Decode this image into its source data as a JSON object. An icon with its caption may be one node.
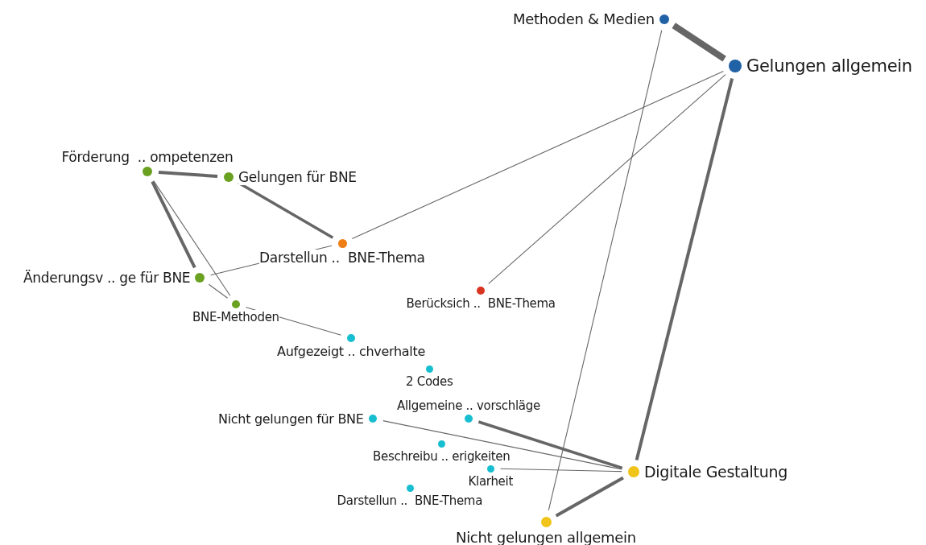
{
  "diagram": {
    "nodes": [
      {
        "text": [
          "Methoden & Medien"
        ]
      },
      {
        "text": [
          "Gelungen allgemein"
        ]
      },
      {
        "text": [
          "Förderung  .. ompetenzen"
        ]
      },
      {
        "text": [
          "Gelungen für BNE"
        ]
      },
      {
        "text": [
          "Darstellun ..  BNE-Thema"
        ]
      },
      {
        "text": [
          "Änderungsv .. ge für BNE"
        ]
      },
      {
        "text": [
          "Berücksich ..  BNE-Thema"
        ]
      },
      {
        "text": [
          "BNE-Methoden"
        ]
      },
      {
        "text": [
          "Aufgezeigt .. chverhalte"
        ]
      },
      {
        "text": [
          "2 Codes"
        ]
      },
      {
        "text": [
          "Nicht gelungen für BNE"
        ]
      },
      {
        "text": [
          "Allgemeine .. vorschläge"
        ]
      },
      {
        "text": [
          "Beschreibu .. erigkeiten"
        ]
      },
      {
        "text": [
          "Klarheit"
        ]
      },
      {
        "text": [
          "Digitale Gestaltung"
        ]
      },
      {
        "text": [
          "Darstellun ..  BNE-Thema"
        ]
      },
      {
        "text": [
          "Nicht gelungen allgemein"
        ]
      }
    ],
    "edges": [
      {
        "from": 0,
        "to": 1,
        "arrow": "none",
        "style": "thick"
      },
      {
        "from": 0,
        "to": 16,
        "arrow": "none"
      },
      {
        "from": 1,
        "to": 4,
        "arrow": "none"
      },
      {
        "from": 1,
        "to": 6,
        "arrow": "none"
      },
      {
        "from": 1,
        "to": 14,
        "arrow": "none",
        "style": "thick"
      },
      {
        "from": 2,
        "to": 3,
        "arrow": "none",
        "style": "thick"
      },
      {
        "from": 2,
        "to": 5,
        "arrow": "none",
        "style": "thick"
      },
      {
        "from": 2,
        "to": 7,
        "arrow": "none"
      },
      {
        "from": 3,
        "to": 4,
        "arrow": "none",
        "style": "thick"
      },
      {
        "from": 4,
        "to": 5,
        "arrow": "none"
      },
      {
        "from": 5,
        "to": 7,
        "arrow": "none"
      },
      {
        "from": 7,
        "to": 8,
        "arrow": "none"
      },
      {
        "from": 10,
        "to": 14,
        "arrow": "none"
      },
      {
        "from": 11,
        "to": 14,
        "arrow": "none",
        "style": "thick"
      },
      {
        "from": 13,
        "to": 14,
        "arrow": "none"
      },
      {
        "from": 14,
        "to": 16,
        "arrow": "none",
        "style": "thick"
      }
    ]
  }
}
